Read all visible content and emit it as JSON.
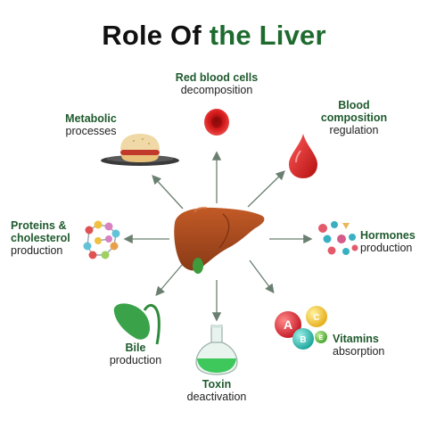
{
  "title": {
    "part1": "Role Of ",
    "part2": "the Liver"
  },
  "colors": {
    "accent": "#1f6b2f",
    "label_green": "#1f5a2e",
    "arrow": "#6b7f71",
    "liver": "#a0491f",
    "blood": "#d01a1a"
  },
  "functions": {
    "red_blood_cells": {
      "title": "Red blood cells",
      "sub": "decomposition",
      "icon": "red-blood-cell-icon"
    },
    "blood": {
      "title1": "Blood",
      "title2": "composition",
      "sub": "regulation",
      "icon": "blood-drop-icon"
    },
    "hormones": {
      "title": "Hormones",
      "sub": "production",
      "icon": "hormone-molecules-icon"
    },
    "vitamins": {
      "title": "Vitamins",
      "sub": "absorption",
      "icon": "vitamin-balls-icon",
      "letters": [
        "A",
        "C",
        "B",
        "E"
      ]
    },
    "toxin": {
      "title": "Toxin",
      "sub": "deactivation",
      "icon": "flask-icon"
    },
    "bile": {
      "title": "Bile",
      "sub": "production",
      "icon": "gallbladder-icon"
    },
    "proteins": {
      "title1": "Proteins &",
      "title2": "cholesterol",
      "sub": "production",
      "icon": "molecule-chain-icon"
    },
    "metabolic": {
      "title": "Metabolic",
      "sub": "processes",
      "icon": "burger-plate-icon"
    }
  }
}
